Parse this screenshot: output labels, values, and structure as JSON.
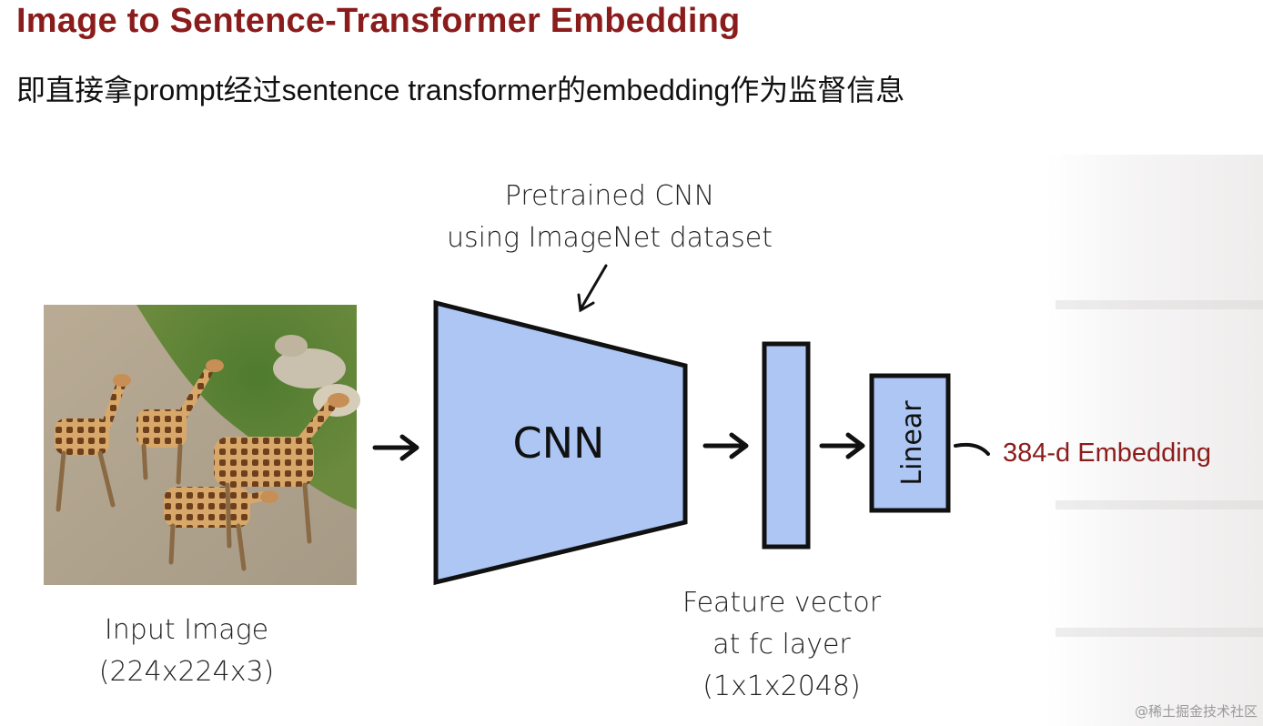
{
  "slide": {
    "title": "Image to Sentence-Transformer Embedding",
    "subtitle": "即直接拿prompt经过sentence transformer的embedding作为监督信息"
  },
  "diagram": {
    "cnn_note_line1": "Pretrained CNN",
    "cnn_note_line2": "using ImageNet dataset",
    "cnn_label": "CNN",
    "linear_label": "Linear",
    "input_label_line1": "Input Image",
    "input_label_line2": "(224x224x3)",
    "feature_label_line1": "Feature vector",
    "feature_label_line2": "at fc layer",
    "feature_label_line3": "(1x1x2048)",
    "output_label": "384-d Embedding",
    "colors": {
      "title": "#8b1c1c",
      "block_fill": "#adc6f4",
      "block_stroke": "#111111",
      "output_label": "#8b1c1c"
    }
  },
  "watermark": "@稀土掘金技术社区"
}
